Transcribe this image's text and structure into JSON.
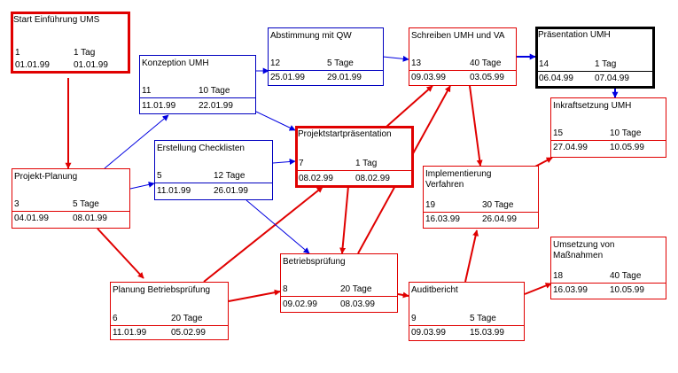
{
  "tasks": [
    {
      "id": "t1",
      "name": "Start Einführung UMS",
      "nr": "1",
      "duration": "1 Tag",
      "start": "01.01.99",
      "end": "01.01.99"
    },
    {
      "id": "t3",
      "name": "Projekt-Planung",
      "nr": "3",
      "duration": "5 Tage",
      "start": "04.01.99",
      "end": "08.01.99"
    },
    {
      "id": "t11",
      "name": "Konzeption UMH",
      "nr": "11",
      "duration": "10 Tage",
      "start": "11.01.99",
      "end": "22.01.99"
    },
    {
      "id": "t5",
      "name": "Erstellung Checklisten",
      "nr": "5",
      "duration": "12 Tage",
      "start": "11.01.99",
      "end": "26.01.99"
    },
    {
      "id": "t6",
      "name": "Planung Betriebsprüfung",
      "nr": "6",
      "duration": "20 Tage",
      "start": "11.01.99",
      "end": "05.02.99"
    },
    {
      "id": "t12",
      "name": "Abstimmung mit QW",
      "nr": "12",
      "duration": "5 Tage",
      "start": "25.01.99",
      "end": "29.01.99"
    },
    {
      "id": "t7",
      "name": "Projektstartpräsentation",
      "nr": "7",
      "duration": "1 Tag",
      "start": "08.02.99",
      "end": "08.02.99"
    },
    {
      "id": "t8",
      "name": "Betriebsprüfung",
      "nr": "8",
      "duration": "20 Tage",
      "start": "09.02.99",
      "end": "08.03.99"
    },
    {
      "id": "t13",
      "name": "Schreiben UMH und VA",
      "nr": "13",
      "duration": "40 Tage",
      "start": "09.03.99",
      "end": "03.05.99"
    },
    {
      "id": "t19",
      "name": "Implementierung\nVerfahren",
      "nr": "19",
      "duration": "30 Tage",
      "start": "16.03.99",
      "end": "26.04.99"
    },
    {
      "id": "t9",
      "name": "Auditbericht",
      "nr": "9",
      "duration": "5 Tage",
      "start": "09.03.99",
      "end": "15.03.99"
    },
    {
      "id": "t14",
      "name": "Präsentation UMH",
      "nr": "14",
      "duration": "1 Tag",
      "start": "06.04.99",
      "end": "07.04.99"
    },
    {
      "id": "t15",
      "name": "Inkraftsetzung UMH",
      "nr": "15",
      "duration": "10 Tage",
      "start": "27.04.99",
      "end": "10.05.99"
    },
    {
      "id": "t18",
      "name": "Umsetzung von\nMaßnahmen",
      "nr": "18",
      "duration": "40 Tage",
      "start": "16.03.99",
      "end": "10.05.99"
    }
  ],
  "colors": {
    "critical": "#e00000",
    "noncritical": "#0000c0",
    "selected": "#000000"
  }
}
